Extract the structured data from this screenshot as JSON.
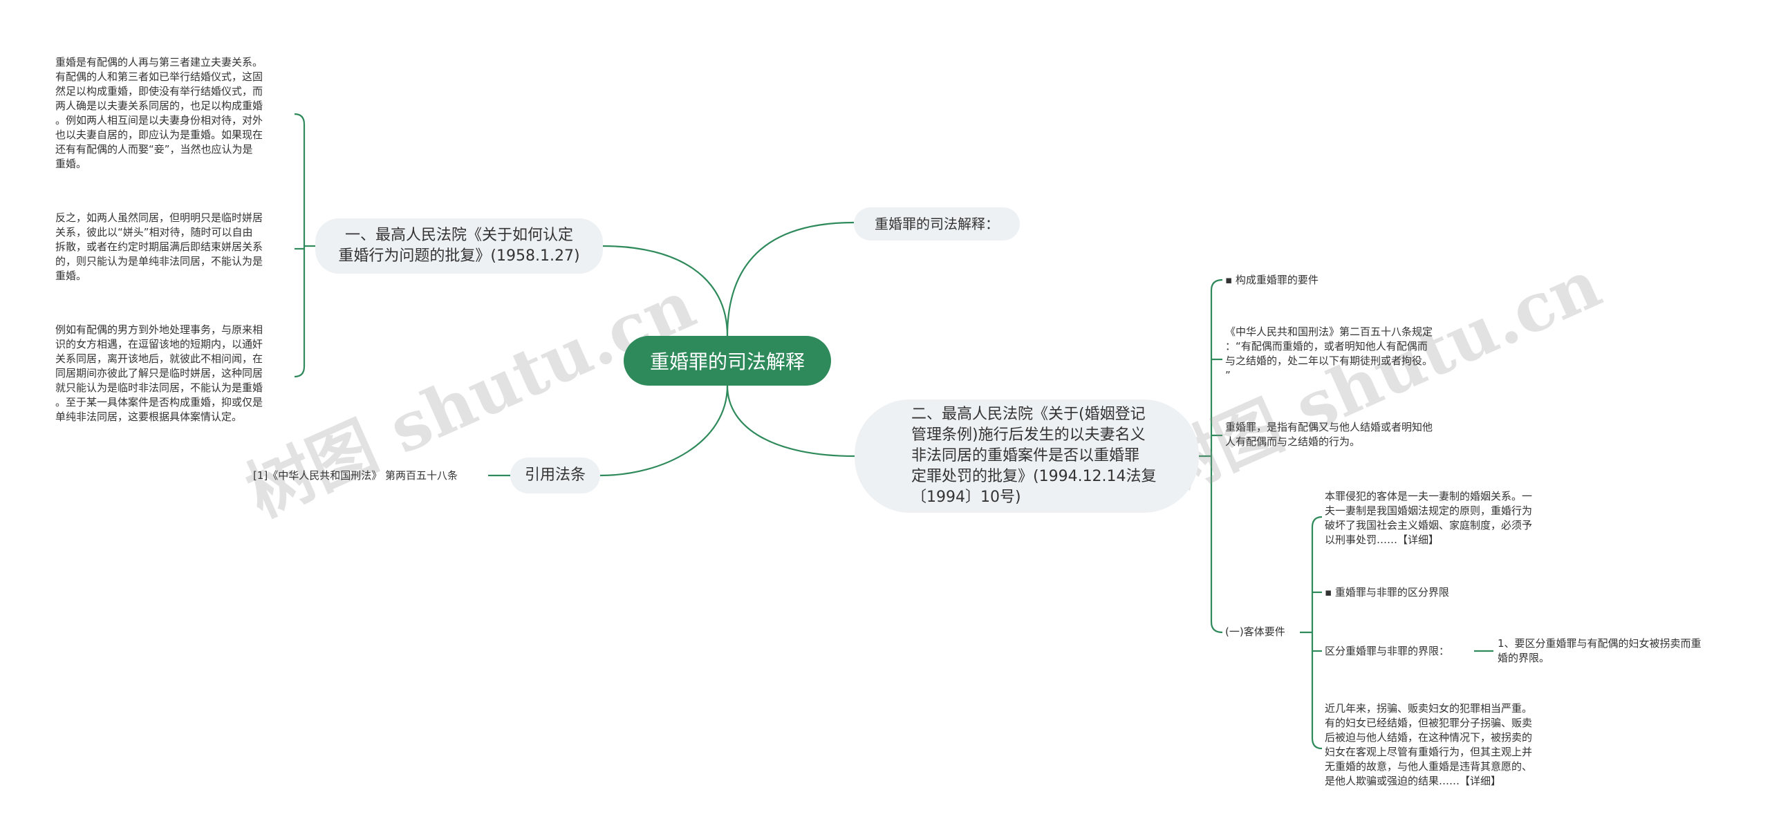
{
  "root": "重婚罪的司法解释",
  "top_branch": "重婚罪的司法解释：",
  "branch1": {
    "title_line1": "一、最高人民法院《关于如何认定",
    "title_line2": "重婚行为问题的批复》(1958.1.27)",
    "leaf1": "重婚是有配偶的人再与第三者建立夫妻关系。\n有配偶的人和第三者如已举行结婚仪式，这固\n然足以构成重婚，即使没有举行结婚仪式，而\n两人确是以夫妻关系同居的，也足以构成重婚\n。例如两人相互间是以夫妻身份相对待，对外\n也以夫妻自居的，即应认为是重婚。如果现在\n还有有配偶的人而娶“妾”，当然也应认为是\n重婚。",
    "leaf2": "反之，如两人虽然同居，但明明只是临时姘居\n关系，彼此以“姘头”相对待，随时可以自由\n拆散，或者在约定时期届满后即结束姘居关系\n的，则只能认为是单纯非法同居，不能认为是\n重婚。",
    "leaf3": "例如有配偶的男方到外地处理事务，与原来相\n识的女方相遇，在逗留该地的短期内，以通奸\n关系同居，离开该地后，就彼此不相问闻，在\n同居期间亦彼此了解只是临时姘居，这种同居\n就只能认为是临时非法同居，不能认为是重婚\n。至于某一具体案件是否构成重婚，抑或仅是\n单纯非法同居，这要根据具体案情认定。"
  },
  "branch2": {
    "title": "引用法条",
    "leaf": "[1]《中华人民共和国刑法》 第两百五十八条"
  },
  "branch3": {
    "title_lines": [
      "二、最高人民法院《关于(婚姻登记",
      "管理条例)施行后发生的以夫妻名义",
      "非法同居的重婚案件是否以重婚罪",
      "定罪处罚的批复》(1994.12.14法复",
      "〔1994〕10号)"
    ],
    "item1": "▪ 构成重婚罪的要件",
    "item2": "《中华人民共和国刑法》第二百五十八条规定\n：“有配偶而重婚的，或者明知他人有配偶而\n与之结婚的，处二年以下有期徒刑或者拘役。\n”",
    "item3": "重婚罪，是指有配偶又与他人结婚或者明知他\n人有配偶而与之结婚的行为。",
    "item4": "(一)客体要件",
    "sub1": "本罪侵犯的客体是一夫一妻制的婚姻关系。一\n夫一妻制是我国婚姻法规定的原则，重婚行为\n破坏了我国社会主义婚姻、家庭制度，必须予\n以刑事处罚……【详细】",
    "sub2": "▪ 重婚罪与非罪的区分界限",
    "sub3": "区分重婚罪与非罪的界限：",
    "sub3_child": "1、要区分重婚罪与有配偶的妇女被拐卖而重\n婚的界限。",
    "sub4": "近几年来，拐骗、贩卖妇女的犯罪相当严重。\n有的妇女已经结婚，但被犯罪分子拐骗、贩卖\n后被迫与他人结婚，在这种情况下，被拐卖的\n妇女在客观上尽管有重婚行为，但其主观上并\n无重婚的故意，与他人重婚是违背其意愿的、\n是他人欺骗或强迫的结果……【详细】"
  },
  "watermark": "树图 shutu.cn",
  "colors": {
    "root_fill": "#2f8a5b",
    "line": "#2f8a5b",
    "pill_fill": "#eef1f4"
  }
}
